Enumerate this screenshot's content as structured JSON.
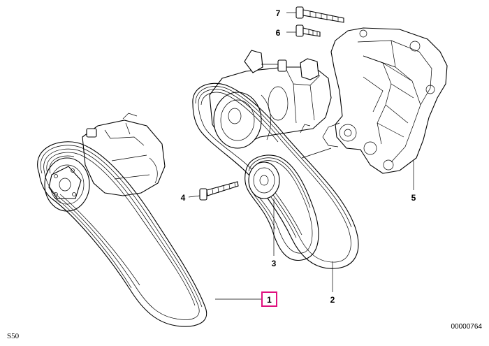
{
  "diagram": {
    "callouts": [
      {
        "id": "1",
        "label": "1",
        "highlighted": true
      },
      {
        "id": "2",
        "label": "2",
        "highlighted": false
      },
      {
        "id": "3",
        "label": "3",
        "highlighted": false
      },
      {
        "id": "4",
        "label": "4",
        "highlighted": false
      },
      {
        "id": "5",
        "label": "5",
        "highlighted": false
      },
      {
        "id": "6",
        "label": "6",
        "highlighted": false
      },
      {
        "id": "7",
        "label": "7",
        "highlighted": false
      }
    ],
    "corner_label": "S50",
    "drawing_code": "00000764"
  },
  "colors": {
    "line": "#000000",
    "highlight": "#e0117f",
    "background": "#ffffff"
  }
}
